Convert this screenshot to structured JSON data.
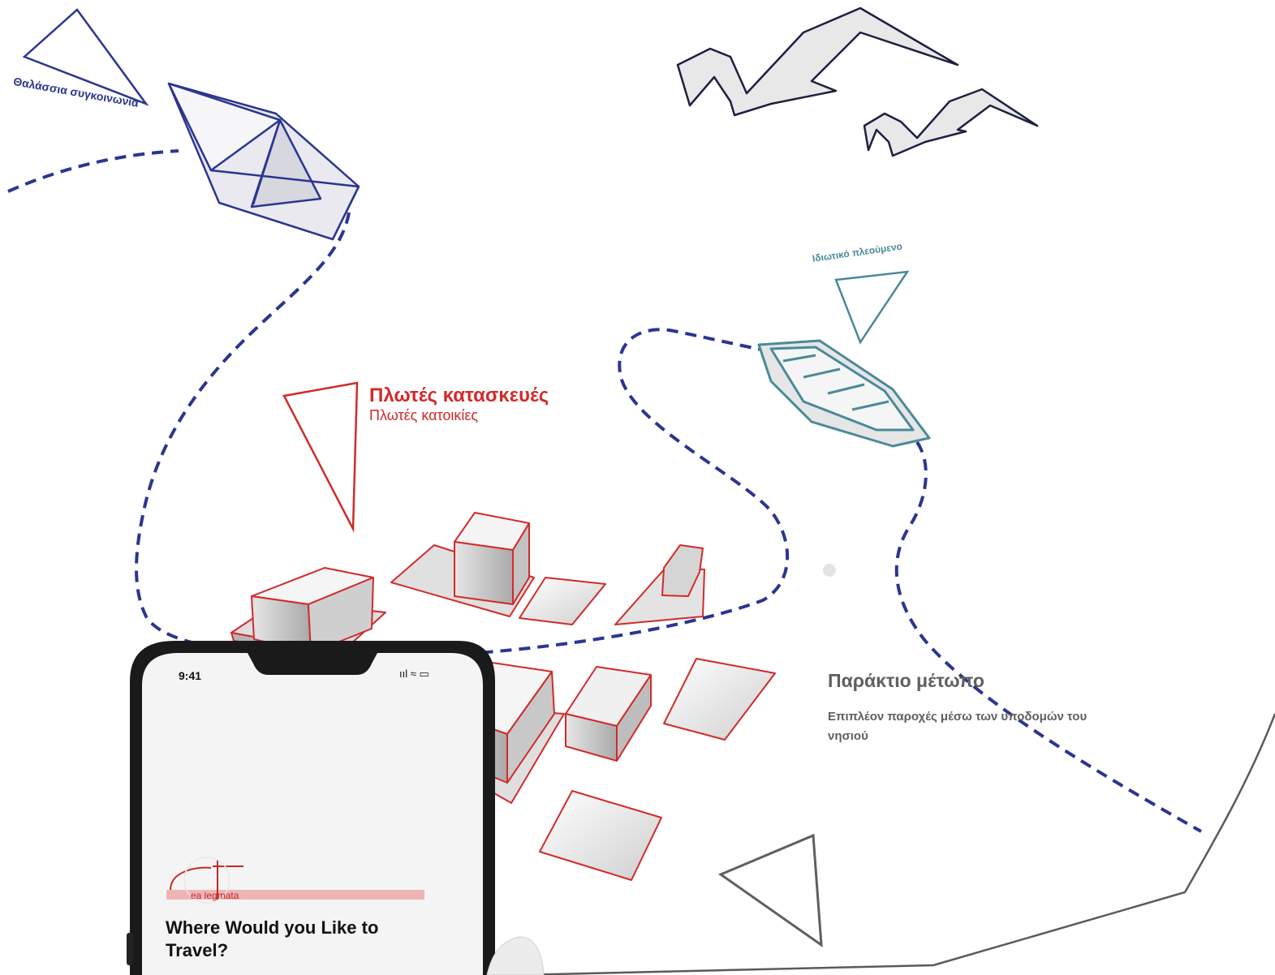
{
  "labels": {
    "ferry": "Θαλάσσια συγκοινωνία",
    "private_boat": "Ιδιωτικό πλεούμενο",
    "floating_title": "Πλωτές κατασκευές",
    "floating_subtitle": "Πλωτές κατοικίες",
    "coast_title": "Παράκτιο μέτωπο",
    "coast_subtitle": "Επιπλέον παροχές μέσω των υποδομών του νησιού"
  },
  "phone": {
    "time": "9:41",
    "signal": "ııl ≈ ▭",
    "brand": "ea   legmata",
    "headline": "Where Would you Like to Travel?"
  },
  "colors": {
    "ferry": "#2b3590",
    "route": "#2b3590",
    "private_boat": "#4a8a99",
    "floating": "#d22a2a",
    "coast": "#5f5f5f"
  },
  "icons": [
    "paper-boat-icon",
    "rowboat-icon",
    "seagull-icon",
    "floating-house-icon",
    "smartphone-icon"
  ]
}
